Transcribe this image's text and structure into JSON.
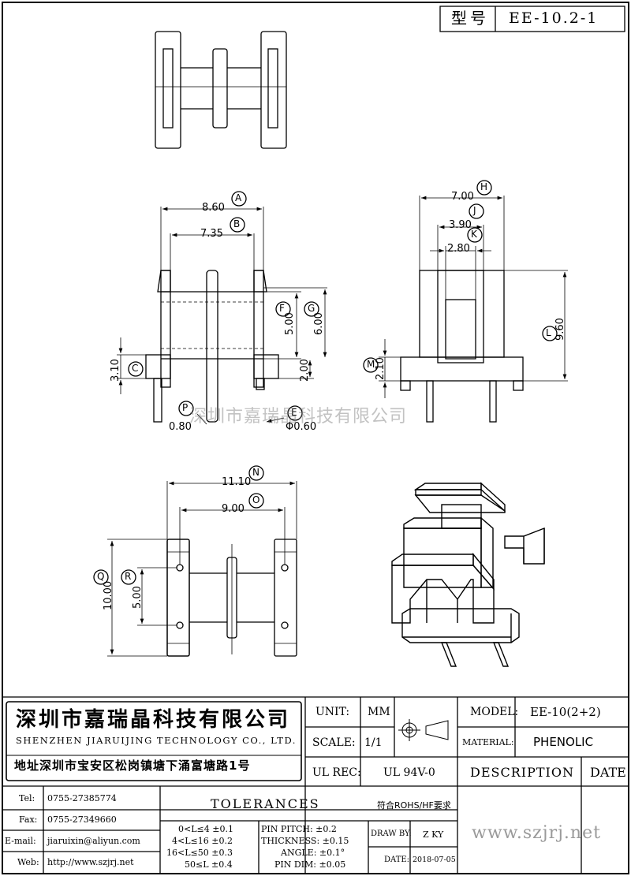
{
  "model_box": {
    "label": "型号",
    "value": "EE-10.2-1"
  },
  "dimensions": {
    "A": {
      "tag": "A",
      "value": "8.60"
    },
    "B": {
      "tag": "B",
      "value": "7.35"
    },
    "C": {
      "tag": "C",
      "value": "3.10"
    },
    "E": {
      "tag": "E",
      "value": "Φ0.60"
    },
    "F": {
      "tag": "F",
      "value": "5.00"
    },
    "G": {
      "tag": "G",
      "value": "6.00"
    },
    "H": {
      "tag": "H",
      "value": "7.00"
    },
    "J": {
      "tag": "J",
      "value": "3.90"
    },
    "K": {
      "tag": "K",
      "value": "2.80"
    },
    "L": {
      "tag": "L",
      "value": "9.60"
    },
    "M": {
      "tag": "M",
      "value": "2.10"
    },
    "N": {
      "tag": "N",
      "value": "11.10"
    },
    "O": {
      "tag": "O",
      "value": "9.00"
    },
    "P": {
      "tag": "P",
      "value": "0.80"
    },
    "Q": {
      "tag": "Q",
      "value": "10.00"
    },
    "R": {
      "tag": "R",
      "value": "5.00"
    },
    "pin_pitch_front": {
      "value": "2.00"
    }
  },
  "watermark": "深圳市嘉瑞晶科技有限公司",
  "company": {
    "name_cn": "深圳市嘉瑞晶科技有限公司",
    "name_en": "SHENZHEN JIARUIJING TECHNOLOGY CO., LTD.",
    "address": "地址深圳市宝安区松岗镇塘下涌富塘路1号"
  },
  "title_block": {
    "unit_label": "UNIT:",
    "unit_value": "MM",
    "scale_label": "SCALE:",
    "scale_value": "1/1",
    "model_label": "MODEL:",
    "model_value": "EE-10(2+2)",
    "material_label": "MATERIAL:",
    "material_value": "PHENOLIC",
    "ulrec_label": "UL REC:",
    "ulrec_value": "UL 94V-0",
    "description_label": "DESCRIPTION",
    "date_header": "DATE",
    "rohs": "符合ROHS/HF要求",
    "drawby_label": "DRAW BY:",
    "drawby_value": "Z KY",
    "date_label": "DATE:",
    "date_value": "2018-07-05",
    "website": "www.szjrj.net"
  },
  "contacts": [
    {
      "label": "Tel:",
      "value": "0755-27385774"
    },
    {
      "label": "Fax:",
      "value": "0755-27349660"
    },
    {
      "label": "E-mail:",
      "value": "jiaruixin@aliyun.com"
    },
    {
      "label": "Web:",
      "value": "http://www.szjrj.net"
    }
  ],
  "tolerances": {
    "title": "TOLERANCES",
    "length_rows": [
      "0<L≤4 ±0.1",
      "4<L≤16 ±0.2",
      "16<L≤50 ±0.3",
      "50≤L ±0.4"
    ],
    "other_rows": [
      "PIN PITCH: ±0.2",
      "THICKNESS: ±0.15",
      "ANGLE: ±0.1°",
      "PIN DIM: ±0.05"
    ]
  }
}
